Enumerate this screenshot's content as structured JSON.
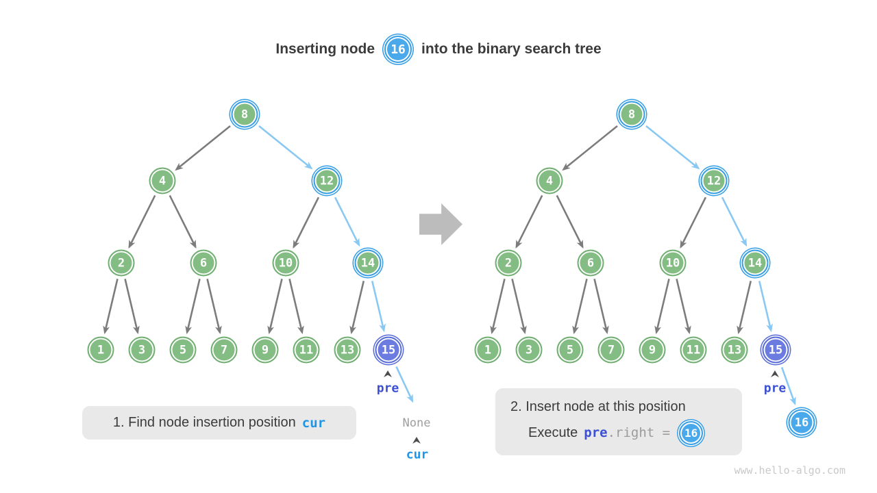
{
  "title": {
    "prefix": "Inserting node",
    "node_value": "16",
    "suffix": "into the binary search tree"
  },
  "watermark": "www.hello-algo.com",
  "colors": {
    "node_green": "#84bd84",
    "node_green_border": "#72af73",
    "node_blue": "#4aa9ea",
    "highlight_blue": "#389fe6",
    "node_purple": "#6b7be0",
    "node_purple_border": "#5a6cd8",
    "edge_gray": "#7c7c7c",
    "edge_blue": "#8ac8f4",
    "label_pre": "#3b50d2",
    "label_cur": "#1d95e8",
    "none_gray": "#9e9e9e",
    "caret_gray": "#4c4c4c",
    "caption_bg": "#e9e9e9",
    "text_dark": "#3b3b3b",
    "code_gray": "#9b9b9b",
    "transition_arrow": "#bcbcbc",
    "watermark_gray": "#c9c9c9"
  },
  "left_tree": {
    "name": "step 1 tree - find insertion position",
    "nodes": [
      {
        "id": "n8",
        "value": "8",
        "kind": "path"
      },
      {
        "id": "n4",
        "value": "4",
        "kind": "normal"
      },
      {
        "id": "n12",
        "value": "12",
        "kind": "path"
      },
      {
        "id": "n2",
        "value": "2",
        "kind": "normal"
      },
      {
        "id": "n6",
        "value": "6",
        "kind": "normal"
      },
      {
        "id": "n10",
        "value": "10",
        "kind": "normal"
      },
      {
        "id": "n14",
        "value": "14",
        "kind": "path"
      },
      {
        "id": "n1",
        "value": "1",
        "kind": "normal"
      },
      {
        "id": "n3",
        "value": "3",
        "kind": "normal"
      },
      {
        "id": "n5",
        "value": "5",
        "kind": "normal"
      },
      {
        "id": "n7",
        "value": "7",
        "kind": "normal"
      },
      {
        "id": "n9",
        "value": "9",
        "kind": "normal"
      },
      {
        "id": "n11",
        "value": "11",
        "kind": "normal"
      },
      {
        "id": "n13",
        "value": "13",
        "kind": "normal"
      },
      {
        "id": "n15",
        "value": "15",
        "kind": "pre"
      }
    ],
    "edges": [
      {
        "from": "n8",
        "to": "n4",
        "kind": "normal"
      },
      {
        "from": "n8",
        "to": "n12",
        "kind": "path"
      },
      {
        "from": "n4",
        "to": "n2",
        "kind": "normal"
      },
      {
        "from": "n4",
        "to": "n6",
        "kind": "normal"
      },
      {
        "from": "n12",
        "to": "n10",
        "kind": "normal"
      },
      {
        "from": "n12",
        "to": "n14",
        "kind": "path"
      },
      {
        "from": "n2",
        "to": "n1",
        "kind": "normal"
      },
      {
        "from": "n2",
        "to": "n3",
        "kind": "normal"
      },
      {
        "from": "n6",
        "to": "n5",
        "kind": "normal"
      },
      {
        "from": "n6",
        "to": "n7",
        "kind": "normal"
      },
      {
        "from": "n10",
        "to": "n9",
        "kind": "normal"
      },
      {
        "from": "n10",
        "to": "n11",
        "kind": "normal"
      },
      {
        "from": "n14",
        "to": "n13",
        "kind": "normal"
      },
      {
        "from": "n14",
        "to": "n15",
        "kind": "path"
      },
      {
        "from": "n15",
        "to": "@none",
        "kind": "path"
      }
    ],
    "labels": {
      "pre": "pre",
      "none": "None",
      "cur": "cur"
    }
  },
  "right_tree": {
    "name": "step 2 tree - node inserted",
    "nodes": [
      {
        "id": "n8",
        "value": "8",
        "kind": "path"
      },
      {
        "id": "n4",
        "value": "4",
        "kind": "normal"
      },
      {
        "id": "n12",
        "value": "12",
        "kind": "path"
      },
      {
        "id": "n2",
        "value": "2",
        "kind": "normal"
      },
      {
        "id": "n6",
        "value": "6",
        "kind": "normal"
      },
      {
        "id": "n10",
        "value": "10",
        "kind": "normal"
      },
      {
        "id": "n14",
        "value": "14",
        "kind": "path"
      },
      {
        "id": "n1",
        "value": "1",
        "kind": "normal"
      },
      {
        "id": "n3",
        "value": "3",
        "kind": "normal"
      },
      {
        "id": "n5",
        "value": "5",
        "kind": "normal"
      },
      {
        "id": "n7",
        "value": "7",
        "kind": "normal"
      },
      {
        "id": "n9",
        "value": "9",
        "kind": "normal"
      },
      {
        "id": "n11",
        "value": "11",
        "kind": "normal"
      },
      {
        "id": "n13",
        "value": "13",
        "kind": "normal"
      },
      {
        "id": "n15",
        "value": "15",
        "kind": "pre"
      },
      {
        "id": "n16",
        "value": "16",
        "kind": "new"
      }
    ],
    "edges": [
      {
        "from": "n8",
        "to": "n4",
        "kind": "normal"
      },
      {
        "from": "n8",
        "to": "n12",
        "kind": "path"
      },
      {
        "from": "n4",
        "to": "n2",
        "kind": "normal"
      },
      {
        "from": "n4",
        "to": "n6",
        "kind": "normal"
      },
      {
        "from": "n12",
        "to": "n10",
        "kind": "normal"
      },
      {
        "from": "n12",
        "to": "n14",
        "kind": "path"
      },
      {
        "from": "n2",
        "to": "n1",
        "kind": "normal"
      },
      {
        "from": "n2",
        "to": "n3",
        "kind": "normal"
      },
      {
        "from": "n6",
        "to": "n5",
        "kind": "normal"
      },
      {
        "from": "n6",
        "to": "n7",
        "kind": "normal"
      },
      {
        "from": "n10",
        "to": "n9",
        "kind": "normal"
      },
      {
        "from": "n10",
        "to": "n11",
        "kind": "normal"
      },
      {
        "from": "n14",
        "to": "n13",
        "kind": "normal"
      },
      {
        "from": "n14",
        "to": "n15",
        "kind": "path"
      },
      {
        "from": "n15",
        "to": "n16",
        "kind": "path"
      }
    ],
    "labels": {
      "pre": "pre"
    }
  },
  "captions": {
    "step1": {
      "text": "1. Find node insertion position",
      "code": "cur"
    },
    "step2": {
      "line1": "2. Insert node at this position",
      "line2_prefix": "Execute",
      "code_pre": "pre",
      "code_dot_right": ".right = ",
      "node_value": "16"
    }
  }
}
